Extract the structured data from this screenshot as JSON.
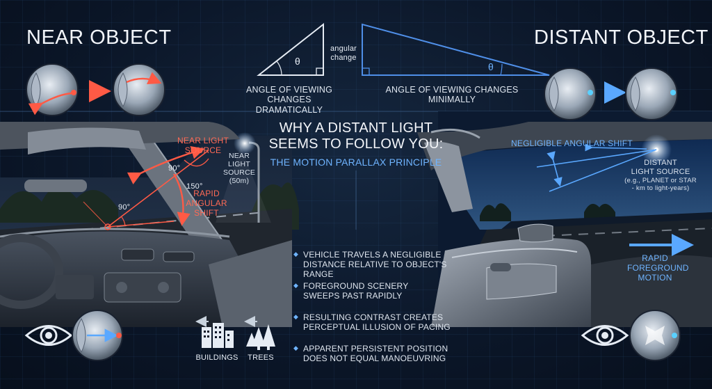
{
  "header": {
    "near_title": "NEAR OBJECT",
    "distant_title": "DISTANT OBJECT"
  },
  "triangles": {
    "left_theta": "θ",
    "right_theta": "θ",
    "angular_change": "angular\nchange",
    "left_caption": "ANGLE OF VIEWING\nCHANGES DRAMATICALLY",
    "right_caption": "ANGLE OF VIEWING CHANGES MINIMALLY"
  },
  "center": {
    "heading": "WHY A DISTANT LIGHT\nSEEMS TO FOLLOW YOU:",
    "subheading": "THE MOTION PARALLAX PRINCIPLE",
    "bullets": [
      "VEHICLE TRAVELS A NEGLIGIBLE\nDISTANCE RELATIVE TO OBJECT'S RANGE",
      "FOREGROUND SCENERY\nSWEEPS PAST RAPIDLY",
      "RESULTING CONTRAST CREATES\nPERCEPTUAL ILLUSION OF PACING",
      "APPARENT PERSISTENT POSITION\nDOES NOT EQUAL MANOEUVRING"
    ]
  },
  "left_scene": {
    "near_light_source": "NEAR LIGHT\nSOURCE",
    "near_light_source_50m": "NEAR\nLIGHT SOURCE\n(50m)",
    "angle_90_top": "90°",
    "angle_150": "150°",
    "angle_90_left": "90°",
    "rapid_shift": "RAPID\nANGULAR\nSHIFT"
  },
  "right_scene": {
    "negligible_shift": "NEGLIGIBLE ANGULAR SHIFT",
    "distant_source": "DISTANT\nLIGHT SOURCE",
    "distant_source_detail": "(e.g., PLANET or STAR\n- km to light-years)",
    "foreground_motion": "RAPID\nFOREGROUND\nMOTION"
  },
  "icons": {
    "buildings": "BUILDINGS",
    "trees": "TREES"
  },
  "colors": {
    "near_accent": "#ff5a45",
    "distant_accent": "#5aa8ff",
    "background": "#0b1628"
  }
}
